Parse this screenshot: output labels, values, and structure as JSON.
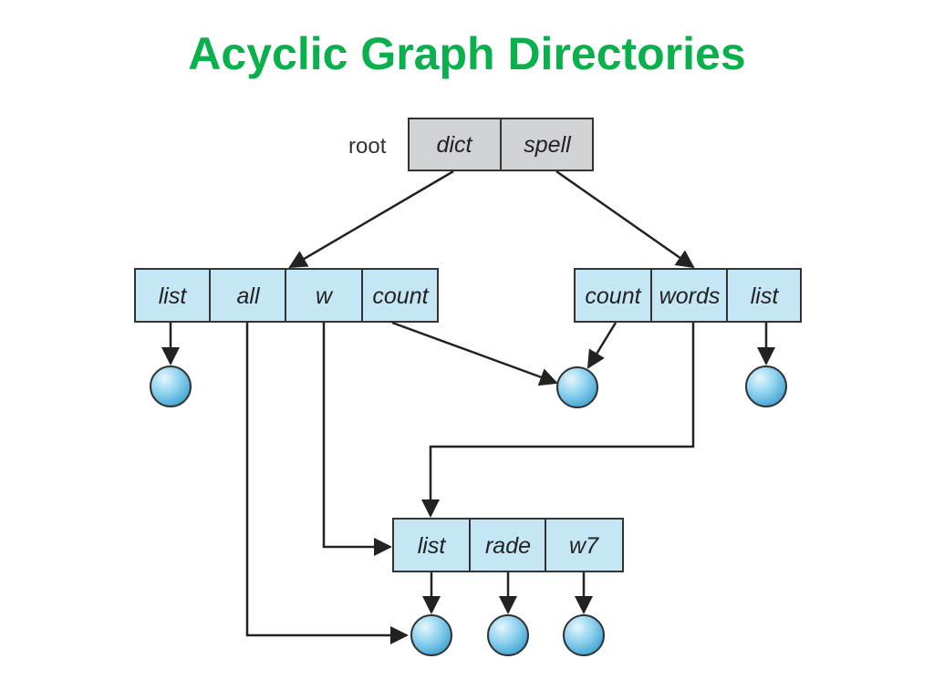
{
  "title": "Acyclic Graph Directories",
  "colors": {
    "title": "#0ab04b",
    "root_fill": "#d0d2d4",
    "dir_fill": "#c4e6f5",
    "file_fill": "#7ccbeb",
    "line": "#222222"
  },
  "diagram": {
    "root_label": "root",
    "root_dir": [
      "dict",
      "spell"
    ],
    "dict_dir": [
      "list",
      "all",
      "w",
      "count"
    ],
    "spell_dir": [
      "count",
      "words",
      "list"
    ],
    "shared_dir": [
      "list",
      "rade",
      "w7"
    ],
    "file_count": 6
  }
}
